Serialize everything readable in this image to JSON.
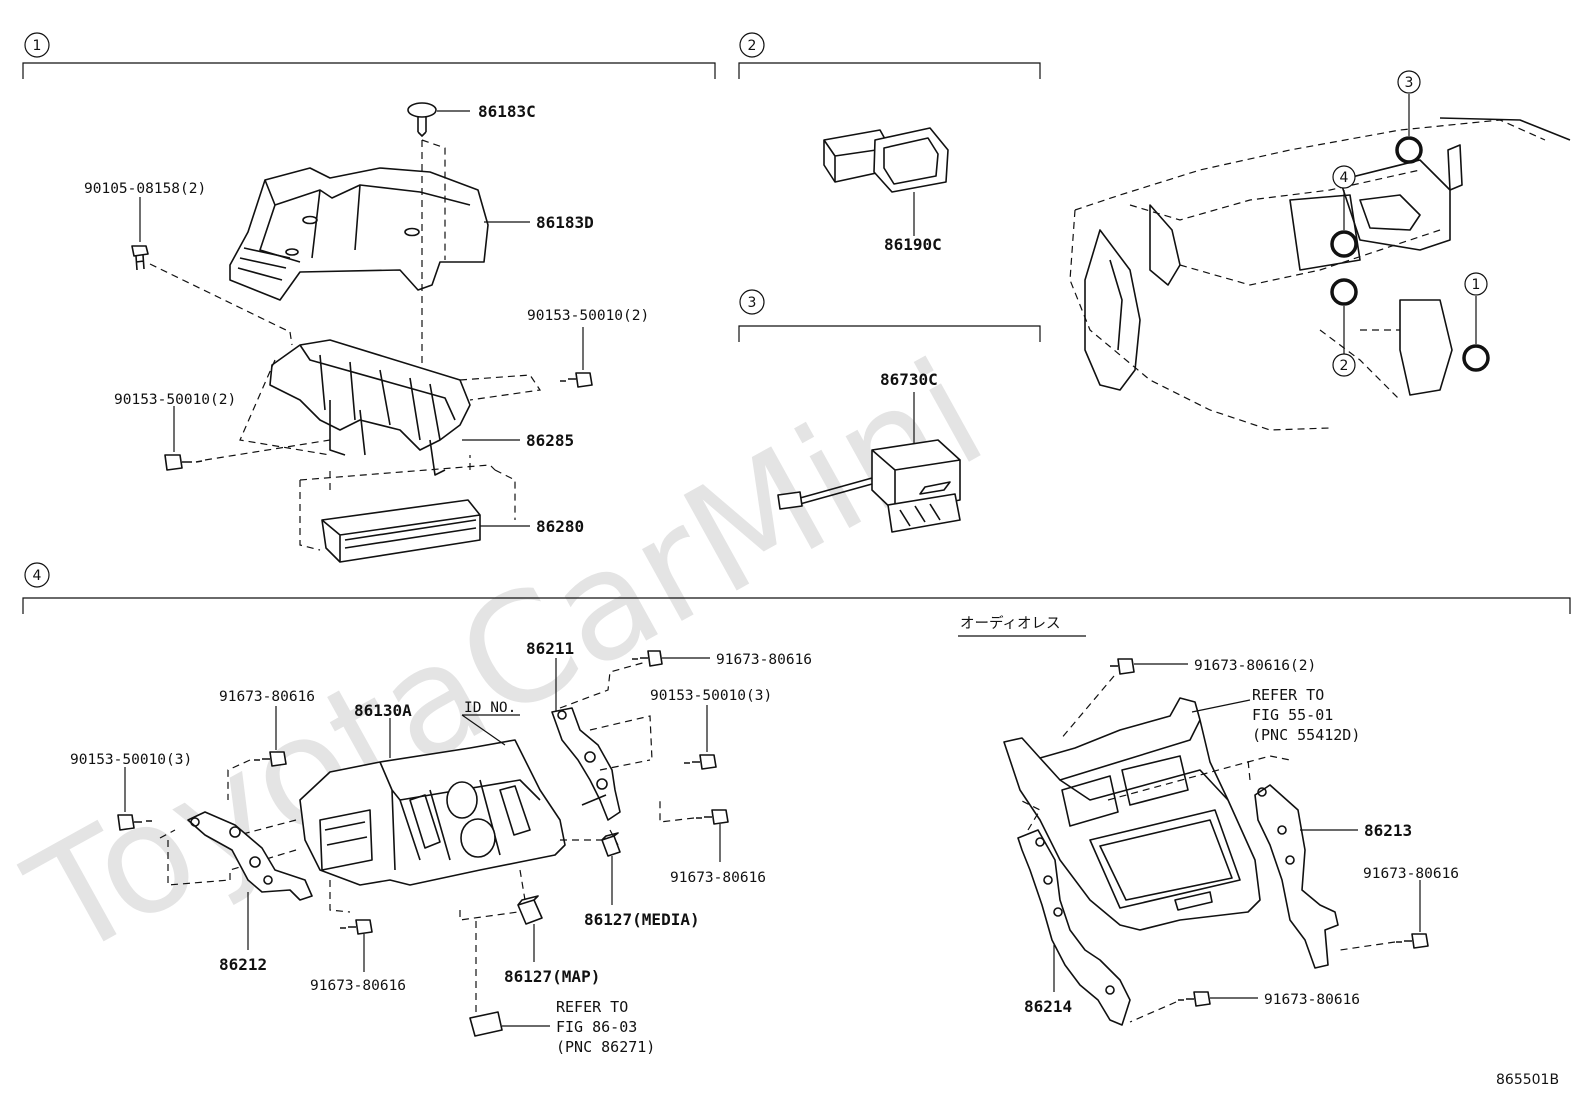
{
  "diagram": {
    "watermark": "ToyotaCarMini",
    "figure_code": "865501B",
    "section_numbers": {
      "s1": "1",
      "s2": "2",
      "s3": "3",
      "s4": "4"
    },
    "locator_markers": {
      "m1": "1",
      "m2": "2",
      "m3": "3",
      "m4": "4"
    },
    "section4_subtitle": "オーディオレス",
    "parts": {
      "p86183C": "86183C",
      "p86183D": "86183D",
      "p90105_08158": "90105-08158(2)",
      "p90153_50010_a": "90153-50010(2)",
      "p90153_50010_b": "90153-50010(2)",
      "p86285": "86285",
      "p86280": "86280",
      "p86190C": "86190C",
      "p86730C": "86730C",
      "p86211": "86211",
      "p91673_80616_a": "91673-80616",
      "p90153_50010_c": "90153-50010(3)",
      "p91673_80616_b": "91673-80616",
      "p86130A": "86130A",
      "id_no": "ID NO.",
      "p90153_50010_d": "90153-50010(3)",
      "p91673_80616_c": "91673-80616",
      "p86127_media": "86127(MEDIA)",
      "p86212": "86212",
      "p91673_80616_d": "91673-80616",
      "p86127_map": "86127(MAP)",
      "p91673_80616_2": "91673-80616(2)",
      "p86213": "86213",
      "p91673_80616_e": "91673-80616",
      "p86214": "86214",
      "p91673_80616_f": "91673-80616"
    },
    "refer_a": {
      "l1": "REFER TO",
      "l2": "FIG 86-03",
      "l3": "(PNC 86271)"
    },
    "refer_b": {
      "l1": "REFER TO",
      "l2": "FIG 55-01",
      "l3": "(PNC 55412D)"
    }
  }
}
